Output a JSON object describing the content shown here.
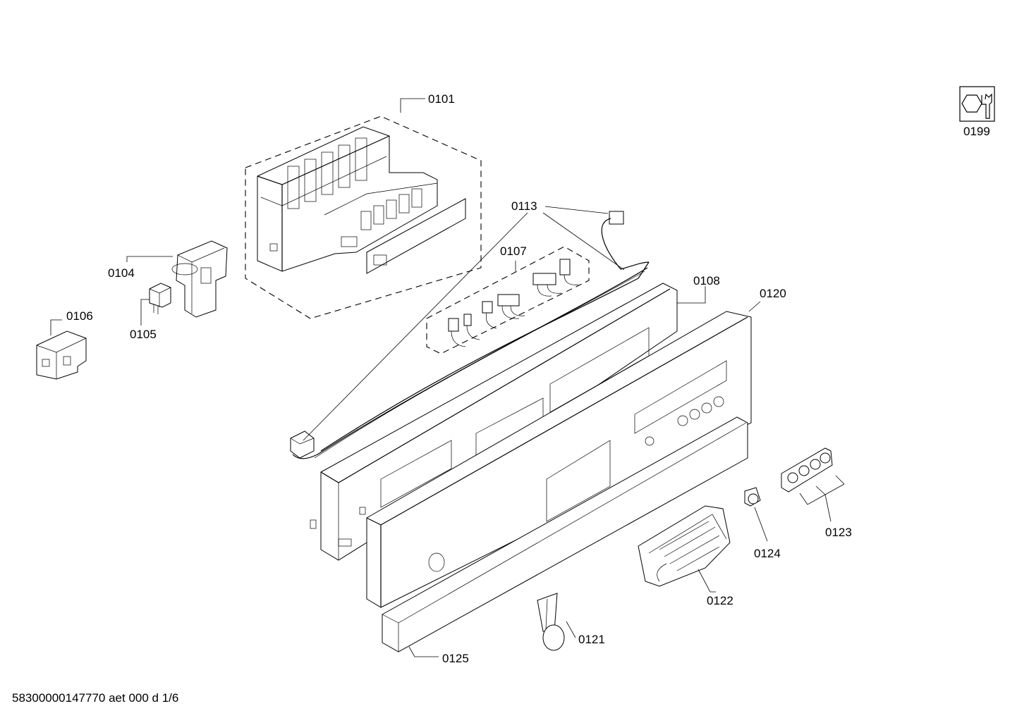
{
  "parts": {
    "p0101": "0101",
    "p0104": "0104",
    "p0105": "0105",
    "p0106": "0106",
    "p0107": "0107",
    "p0108": "0108",
    "p0113": "0113",
    "p0120": "0120",
    "p0121": "0121",
    "p0122": "0122",
    "p0123": "0123",
    "p0124": "0124",
    "p0125": "0125",
    "p0199": "0199"
  },
  "footer": {
    "document_id": "58300000147770 aet 000 d 1/6"
  }
}
